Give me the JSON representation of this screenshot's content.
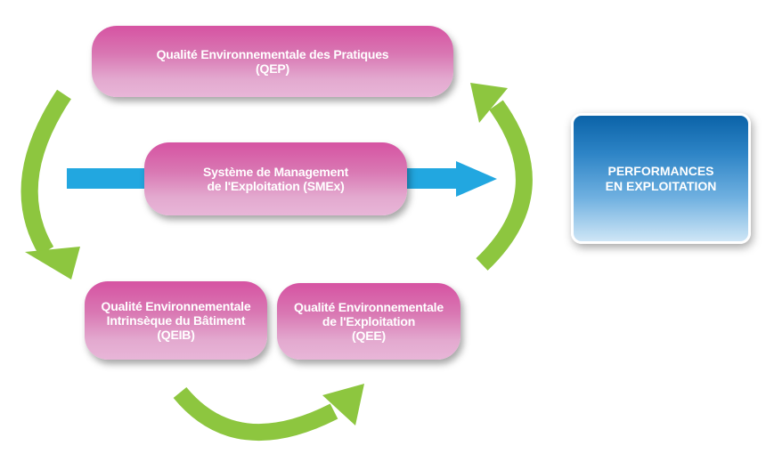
{
  "diagram": {
    "qep": {
      "line1": "Qualité Environnementale des Pratiques",
      "line2": "(QEP)"
    },
    "smex": {
      "line1": "Système de Management",
      "line2": "de l'Exploitation (SMEx)"
    },
    "qeib": {
      "line1": "Qualité Environnementale",
      "line2": "Intrinsèque du Bâtiment",
      "line3": "(QEIB)"
    },
    "qee": {
      "line1": "Qualité Environnementale",
      "line2": "de l'Exploitation",
      "line3": "(QEE)"
    },
    "performance": {
      "line1": "PERFORMANCES",
      "line2": "EN EXPLOITATION"
    }
  },
  "colors": {
    "pill_pink": "#d653a2",
    "arrow_green": "#8dc63f",
    "arrow_blue": "#22a7e0",
    "box_blue": "#0b63a8"
  }
}
